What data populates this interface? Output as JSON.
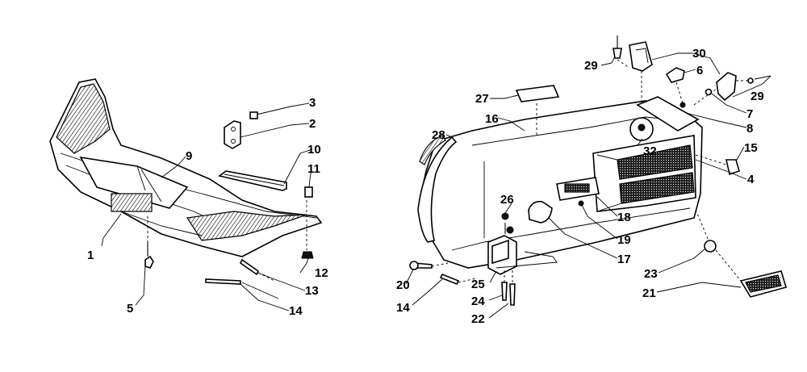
{
  "callouts": {
    "c1": "1",
    "c2": "2",
    "c3": "3",
    "c4": "4",
    "c5": "5",
    "c6": "6",
    "c7": "7",
    "c8": "8",
    "c9": "9",
    "c10": "10",
    "c11": "11",
    "c12": "12",
    "c13": "13",
    "c14a": "14",
    "c14b": "14",
    "c15": "15",
    "c16": "16",
    "c17": "17",
    "c18": "18",
    "c19": "19",
    "c20": "20",
    "c21": "21",
    "c22": "22",
    "c23": "23",
    "c24": "24",
    "c25": "25",
    "c26": "26",
    "c27": "27",
    "c28": "28",
    "c29a": "29",
    "c29b": "29",
    "c30": "30",
    "c32": "32"
  }
}
